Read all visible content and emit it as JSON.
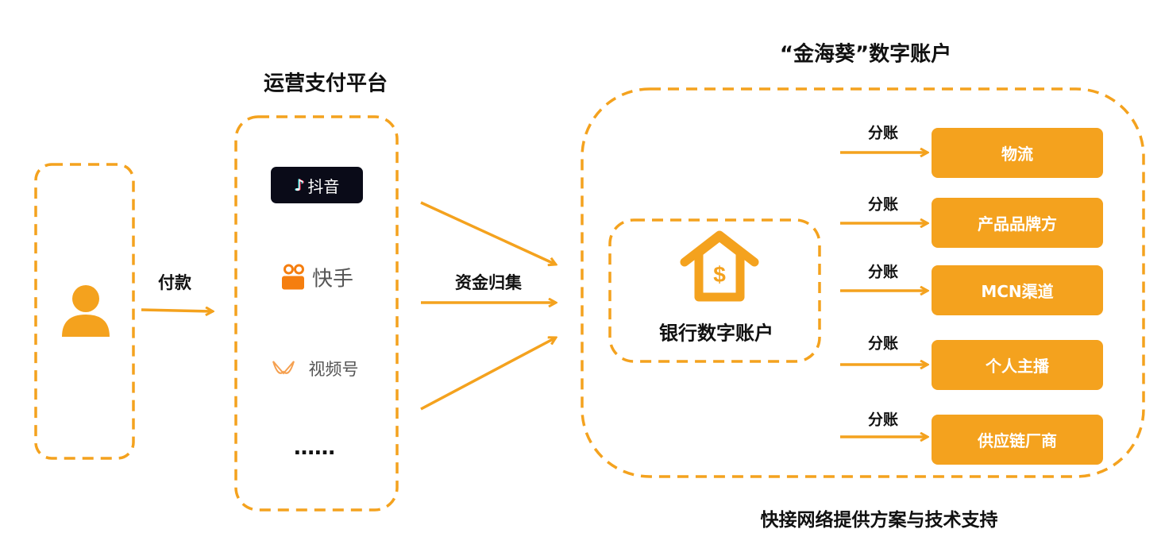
{
  "colors": {
    "accent": "#F4A21E",
    "dark": "#0a0b18"
  },
  "left": {
    "pay_label": "付款",
    "icon": "user-icon"
  },
  "platform": {
    "title": "运营支付平台",
    "items": [
      "抖音",
      "快手",
      "视频号"
    ],
    "more": "……"
  },
  "collect_label": "资金归集",
  "account": {
    "title": "“金海葵”数字账户",
    "bank_label": "银行数字账户",
    "bank_icon": "house-dollar-icon"
  },
  "split_label": "分账",
  "targets": [
    "物流",
    "产品品牌方",
    "MCN渠道",
    "个人主播",
    "供应链厂商"
  ],
  "footer": "快接网络提供方案与技术支持"
}
